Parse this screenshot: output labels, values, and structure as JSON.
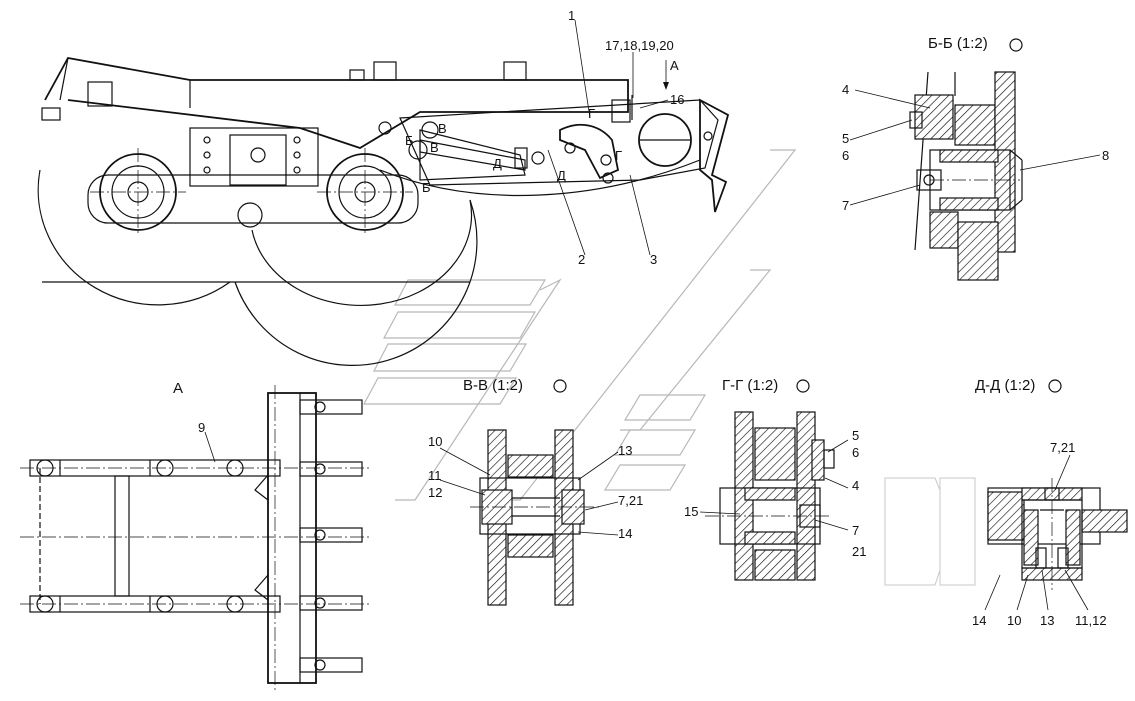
{
  "views": {
    "bb": {
      "title": "Б-Б (1:2)"
    },
    "a": {
      "title": "А"
    },
    "vv": {
      "title": "В-В (1:2)"
    },
    "gg": {
      "title": "Г-Г (1:2)"
    },
    "dd": {
      "title": "Д-Д (1:2)"
    }
  },
  "main_labels": {
    "p1": "1",
    "p2": "2",
    "p3": "3",
    "p16": "16",
    "p17": "17,18,19,20",
    "arrowA": "А",
    "sB1": "Б",
    "sB2": "Б",
    "sV1": "В",
    "sV2": "В",
    "sG1": "Г",
    "sG2": "Г",
    "sD1": "Д",
    "sD2": "Д"
  },
  "bb_labels": {
    "p4": "4",
    "p5": "5",
    "p6": "6",
    "p7": "7",
    "p8": "8"
  },
  "a_labels": {
    "p9": "9"
  },
  "vv_labels": {
    "p10": "10",
    "p11": "11",
    "p12": "12",
    "p13": "13",
    "p721": "7,21",
    "p14": "14"
  },
  "gg_labels": {
    "p5": "5",
    "p6": "6",
    "p4": "4",
    "p15": "15",
    "p7": "7",
    "p21": "21"
  },
  "dd_labels": {
    "p721": "7,21",
    "p14": "14",
    "p10": "10",
    "p13": "13",
    "p1112": "11,12"
  }
}
